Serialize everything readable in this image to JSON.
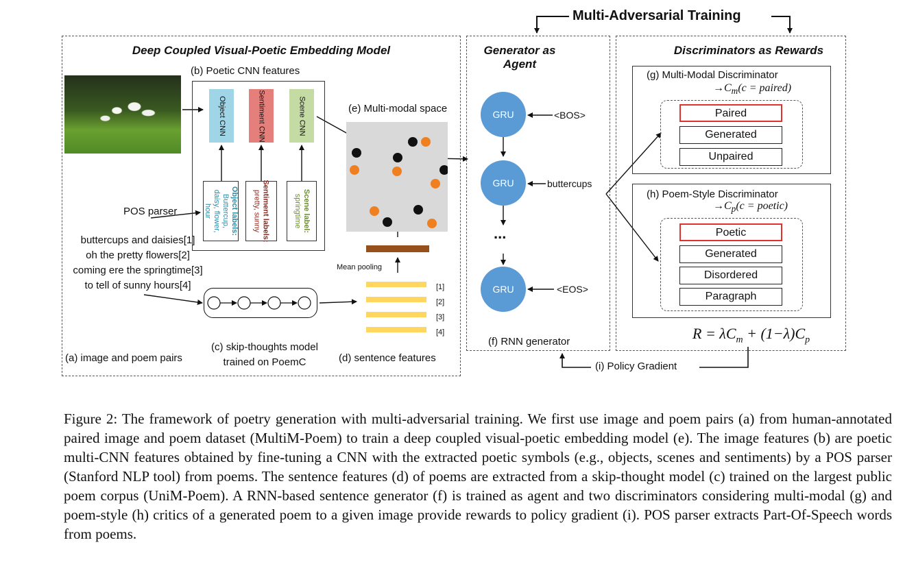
{
  "top_header": {
    "title": "Multi-Adversarial Training"
  },
  "embedding_panel": {
    "title": "Deep Coupled Visual-Poetic Embedding Model",
    "image_alt": "photo of daisies and buttercups in grass",
    "cnn_features_label": "(b) Poetic CNN features",
    "object_cnn": "Object CNN",
    "sentiment_cnn": "Sentiment CNN",
    "scene_cnn": "Scene CNN",
    "object_labels_title": "Object labels:",
    "object_labels_text": "Buttercup, daisy, flower, hour",
    "sentiment_labels_title": "Sentiment labels:",
    "sentiment_labels_text": "pretty, sunny",
    "scene_label_title": "Scene label:",
    "scene_label_text": "springtime",
    "pos_parser": "POS parser",
    "poem_lines": [
      "buttercups and daisies[1]",
      "oh the pretty flowers[2]",
      "coming ere the springtime[3]",
      "to tell of sunny hours[4]"
    ],
    "multimodal_label": "(e) Multi-modal space",
    "mean_pooling": "Mean pooling",
    "sentence_indices": [
      "[1]",
      "[2]",
      "[3]",
      "[4]"
    ],
    "label_a": "(a) image and poem pairs",
    "label_c_line1": "(c) skip-thoughts model",
    "label_c_line2": "trained on PoemC",
    "label_d": "(d) sentence features"
  },
  "generator_panel": {
    "title": "Generator as Agent",
    "gru_label": "GRU",
    "token_bos": "<BOS>",
    "token_mid": "buttercups",
    "token_eos": "<EOS>",
    "ellipsis": "...",
    "label_f": "(f) RNN generator"
  },
  "discriminator_panel": {
    "title": "Discriminators as Rewards",
    "g_title": "(g) Multi-Modal Discriminator",
    "g_formula": "→C",
    "g_sub": "m",
    "g_cond": "(c = paired)",
    "g_options": [
      "Paired",
      "Generated",
      "Unpaired"
    ],
    "h_title": "(h) Poem-Style Discriminator",
    "h_formula": "→C",
    "h_sub": "p",
    "h_cond": "(c = poetic)",
    "h_options": [
      "Poetic",
      "Generated",
      "Disordered",
      "Paragraph"
    ],
    "reward_formula": "R = λC",
    "reward_m": "m",
    "reward_mid": " + (1−λ)C",
    "reward_p": "p"
  },
  "policy_gradient": "(i) Policy Gradient",
  "caption": "Figure 2: The framework of poetry generation with multi-adversarial training. We first use image and poem pairs (a) from human-annotated paired image and poem dataset (MultiM-Poem) to train a deep coupled visual-poetic embedding model (e). The image features (b) are poetic multi-CNN features obtained by fine-tuning a CNN with the extracted poetic symbols (e.g., objects, scenes and sentiments) by a POS parser (Stanford NLP tool) from poems. The sentence features (d) of poems are extracted from a skip-thought model (c) trained on the largest public poem corpus (UniM-Poem). A RNN-based sentence generator (f) is trained as agent and two discriminators considering multi-modal (g) and poem-style (h) critics of a generated poem to a given image provide rewards to policy gradient (i). POS parser extracts Part-Of-Speech words from poems.",
  "colors": {
    "gru_blue": "#5b9bd5",
    "object_cnn": "#9fd5e6",
    "sentiment_cnn": "#e47f7b",
    "scene_cnn": "#c4dca4",
    "dot_orange": "#f07f20",
    "bar_yellow": "#ffd760",
    "pool_brown": "#96501c",
    "highlight_red": "#e0322c"
  }
}
